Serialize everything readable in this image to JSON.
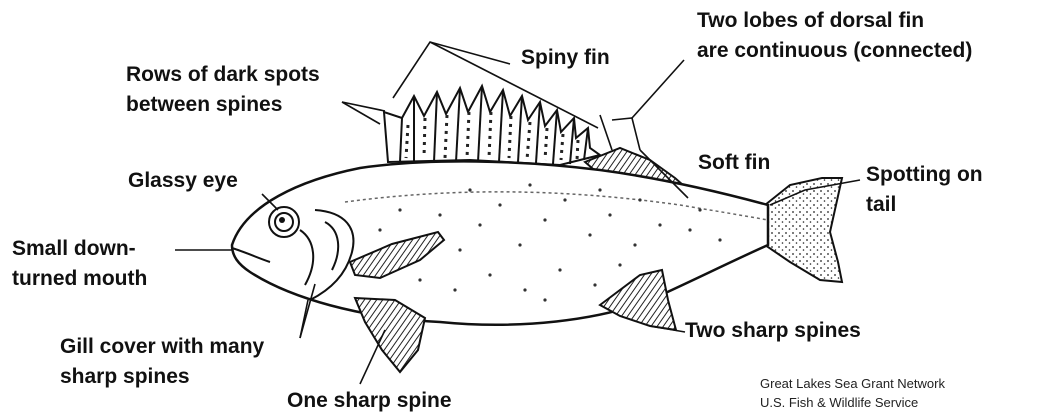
{
  "labels": {
    "spiny_fin": "Spiny fin",
    "dorsal_fin_line1": "Two lobes of dorsal fin",
    "dorsal_fin_line2": "are continuous (connected)",
    "dark_spots_line1": "Rows of dark spots",
    "dark_spots_line2": "between spines",
    "soft_fin": "Soft fin",
    "glassy_eye": "Glassy eye",
    "tail_line1": "Spotting on",
    "tail_line2": "tail",
    "mouth_line1": "Small down-",
    "mouth_line2": "turned mouth",
    "two_spines": "Two sharp spines",
    "gill_line1": "Gill cover with many",
    "gill_line2": "sharp spines",
    "one_spine": "One sharp spine"
  },
  "credits": {
    "line1": "Great Lakes Sea Grant Network",
    "line2": "U.S. Fish & Wildlife Service"
  }
}
